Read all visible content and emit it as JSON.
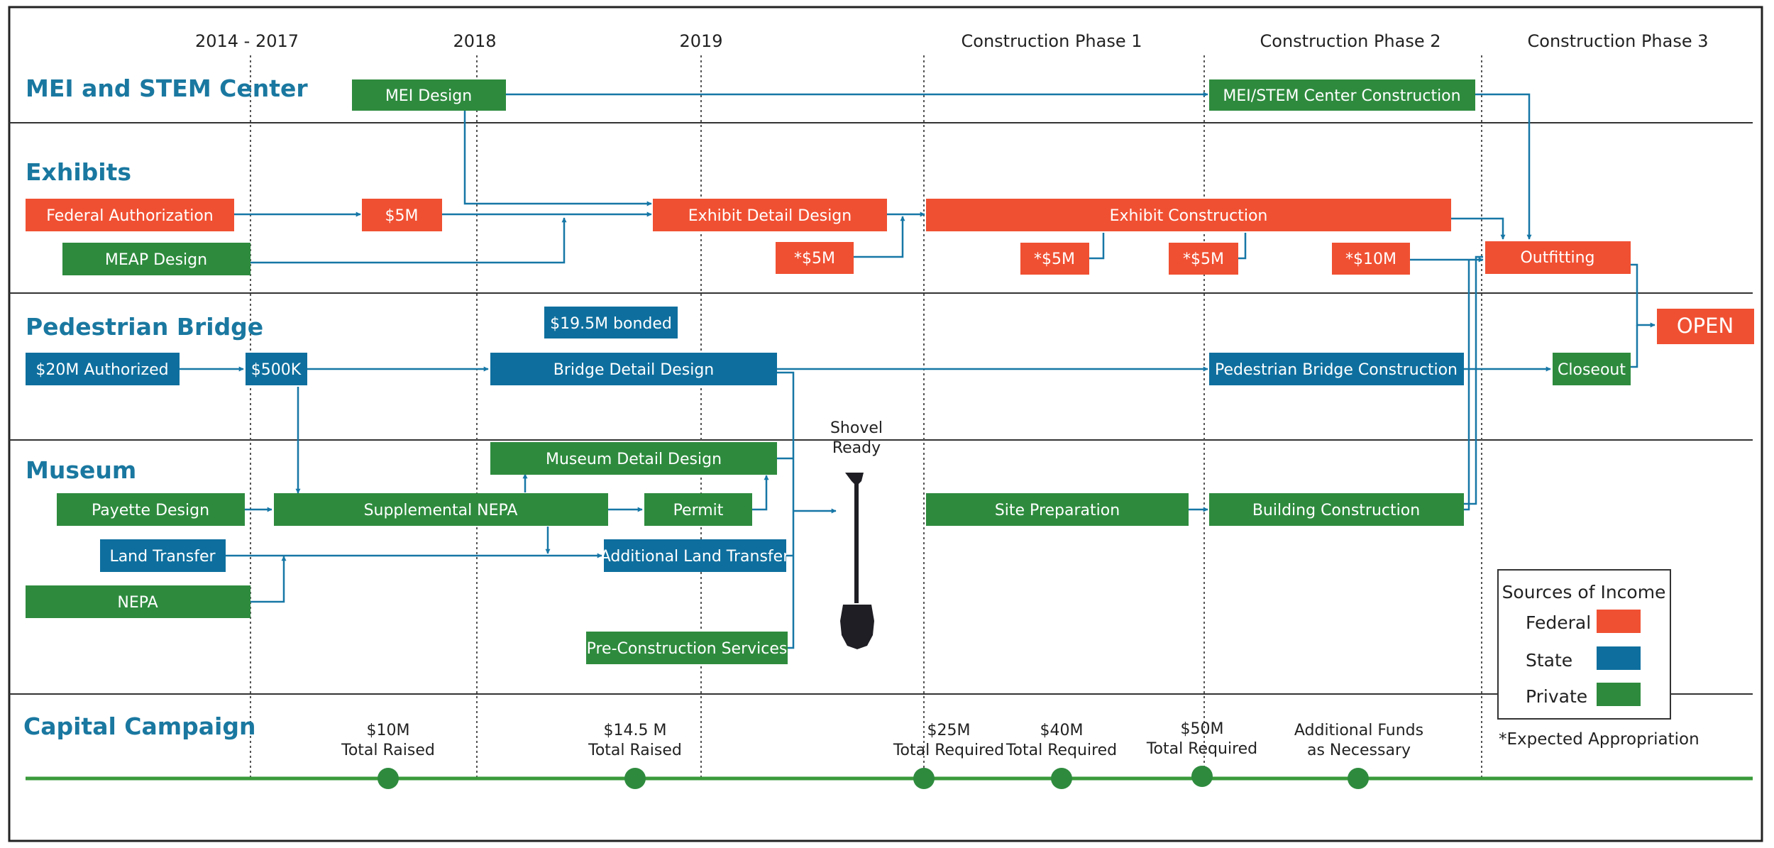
{
  "colors": {
    "federal": "#f05032",
    "state": "#0e6f9e",
    "private": "#2e8b3e",
    "row_label": "#1a78a0",
    "arrow": "#1677a6",
    "timeline": "#3a9a3a"
  },
  "columns": [
    "2014 - 2017",
    "2018",
    "2019",
    "Construction Phase 1",
    "Construction Phase 2",
    "Construction Phase 3"
  ],
  "rows": [
    "MEI and STEM Center",
    "Exhibits",
    "Pedestrian Bridge",
    "Museum",
    "Capital Campaign"
  ],
  "boxes": [
    {
      "id": "mei-design",
      "label": "MEI Design",
      "kind": "private"
    },
    {
      "id": "mei-stem-construction",
      "label": "MEI/STEM Center Construction",
      "kind": "private"
    },
    {
      "id": "federal-authorization",
      "label": "Federal Authorization",
      "kind": "federal"
    },
    {
      "id": "five-m",
      "label": "$5M",
      "kind": "federal"
    },
    {
      "id": "exhibit-detail-design",
      "label": "Exhibit Detail Design",
      "kind": "federal"
    },
    {
      "id": "exhibit-construction",
      "label": "Exhibit Construction",
      "kind": "federal"
    },
    {
      "id": "meap-design",
      "label": "MEAP Design",
      "kind": "private"
    },
    {
      "id": "exp-5m-a",
      "label": "*$5M",
      "kind": "federal"
    },
    {
      "id": "exp-5m-b",
      "label": "*$5M",
      "kind": "federal"
    },
    {
      "id": "exp-5m-c",
      "label": "*$5M",
      "kind": "federal"
    },
    {
      "id": "exp-10m",
      "label": "*$10M",
      "kind": "federal"
    },
    {
      "id": "outfitting",
      "label": "Outfitting",
      "kind": "federal"
    },
    {
      "id": "open",
      "label": "OPEN",
      "kind": "federal"
    },
    {
      "id": "bonded",
      "label": "$19.5M bonded",
      "kind": "state"
    },
    {
      "id": "twenty-m-authorized",
      "label": "$20M Authorized",
      "kind": "state"
    },
    {
      "id": "five-hundred-k",
      "label": "$500K",
      "kind": "state"
    },
    {
      "id": "bridge-detail-design",
      "label": "Bridge Detail Design",
      "kind": "state"
    },
    {
      "id": "pedestrian-bridge-construction",
      "label": "Pedestrian Bridge Construction",
      "kind": "state"
    },
    {
      "id": "closeout",
      "label": "Closeout",
      "kind": "private"
    },
    {
      "id": "museum-detail-design",
      "label": "Museum Detail Design",
      "kind": "private"
    },
    {
      "id": "payette-design",
      "label": "Payette Design",
      "kind": "private"
    },
    {
      "id": "supplemental-nepa",
      "label": "Supplemental NEPA",
      "kind": "private"
    },
    {
      "id": "permit",
      "label": "Permit",
      "kind": "private"
    },
    {
      "id": "site-preparation",
      "label": "Site Preparation",
      "kind": "private"
    },
    {
      "id": "building-construction",
      "label": "Building Construction",
      "kind": "private"
    },
    {
      "id": "land-transfer",
      "label": "Land Transfer",
      "kind": "state"
    },
    {
      "id": "additional-land-transfer",
      "label": "Additional Land Transfer",
      "kind": "state"
    },
    {
      "id": "nepa",
      "label": "NEPA",
      "kind": "private"
    },
    {
      "id": "pre-construction-services",
      "label": "Pre-Construction Services",
      "kind": "private"
    }
  ],
  "shovel_label": [
    "Shovel",
    "Ready"
  ],
  "milestones": [
    {
      "line1": "$10M",
      "line2": "Total Raised"
    },
    {
      "line1": "$14.5 M",
      "line2": "Total Raised"
    },
    {
      "line1": "$25M",
      "line2": "Total Required"
    },
    {
      "line1": "$40M",
      "line2": "Total Required"
    },
    {
      "line1": "$50M",
      "line2": "Total Required"
    },
    {
      "line1": "Additional Funds",
      "line2": "as Necessary"
    }
  ],
  "legend": {
    "title": "Sources of Income",
    "items": [
      {
        "label": "Federal",
        "kind": "federal"
      },
      {
        "label": "State",
        "kind": "state"
      },
      {
        "label": "Private",
        "kind": "private"
      }
    ]
  },
  "note": "*Expected Appropriation"
}
